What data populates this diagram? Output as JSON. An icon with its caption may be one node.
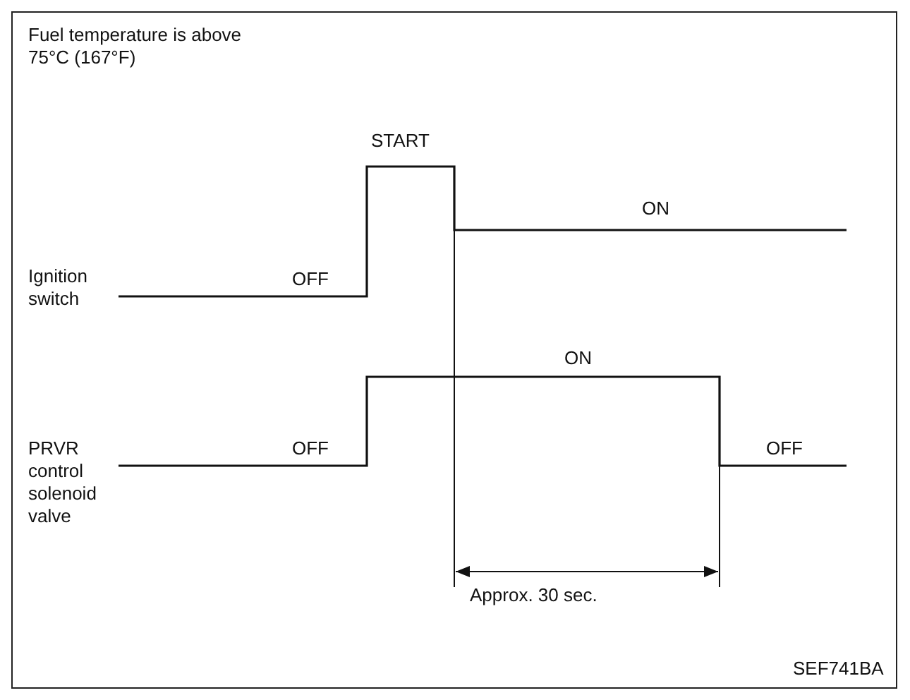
{
  "diagram": {
    "labels": [
      "Fuel temperature is above 75°C (167°F)",
      "START",
      "ON",
      "Ignition switch",
      "OFF",
      "ON",
      "PRVR control solenoid valve",
      "OFF",
      "OFF",
      "Approx. 30 sec.",
      "SEF741BA"
    ]
  }
}
